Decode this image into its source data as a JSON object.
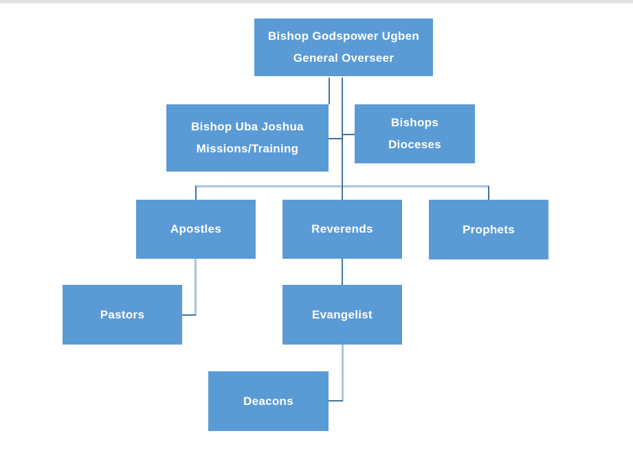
{
  "page": {
    "type": "organizational-chart",
    "background_color": "#FFFFFF",
    "top_strip_color": "#E2E2E2"
  },
  "palette": {
    "node_fill": "#5B9BD5",
    "node_text": "#FFFFFF",
    "connector_dark": "#41719C",
    "connector_light": "#A9C4DE"
  },
  "nodes": {
    "general_overseer": {
      "line1": "Bishop Godspower Ugben",
      "line2": "General Overseer"
    },
    "missions_training": {
      "line1": "Bishop Uba Joshua",
      "line2": "Missions/Training"
    },
    "bishops_dioceses": {
      "line1": "Bishops",
      "line2": "Dioceses"
    },
    "apostles": {
      "line1": "Apostles"
    },
    "reverends": {
      "line1": "Reverends"
    },
    "prophets": {
      "line1": "Prophets"
    },
    "pastors": {
      "line1": "Pastors"
    },
    "evangelist": {
      "line1": "Evangelist"
    },
    "deacons": {
      "line1": "Deacons"
    }
  },
  "hierarchy": {
    "root": "general_overseer",
    "edges": [
      [
        "general_overseer",
        "missions_training"
      ],
      [
        "general_overseer",
        "bishops_dioceses"
      ],
      [
        "general_overseer",
        "apostles"
      ],
      [
        "general_overseer",
        "reverends"
      ],
      [
        "general_overseer",
        "prophets"
      ],
      [
        "apostles",
        "pastors"
      ],
      [
        "reverends",
        "evangelist"
      ],
      [
        "evangelist",
        "deacons"
      ]
    ]
  }
}
